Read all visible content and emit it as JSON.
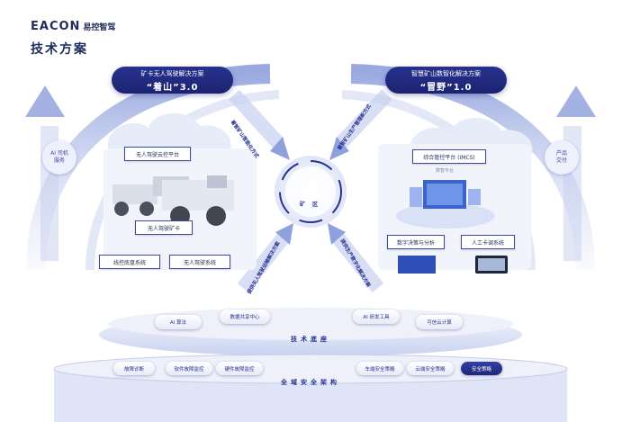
{
  "brand": {
    "logo": "EACON",
    "logo_cn": "易控智驾"
  },
  "page_title": "技术方案",
  "left_pill": {
    "line1": "矿卡无人驾驶解决方案",
    "line2": "“着山”3.0"
  },
  "right_pill": {
    "line1": "智慧矿山数智化解决方案",
    "line2": "“冒野”1.0"
  },
  "left_badge": "AI 司机\n服务",
  "right_badge": "产品\n交付",
  "left_boxes": {
    "cloud_platform": "无人驾驶云控平台",
    "truck": "无人驾驶矿卡",
    "chassis": "线控底盘系统",
    "driving": "无人驾驶系统"
  },
  "right_boxes": {
    "imcs": "综合管控平台 (IMCS)",
    "sub_label": "数智平台",
    "decision": "数字决策与分析",
    "dispatch": "人工卡调系统"
  },
  "center_label": "矿 区",
  "diagonal_texts": {
    "top_left": "着智矿山智能化方式",
    "top_right": "着智矿山生产管理新方式",
    "bottom_left": "提供无人驾驶运输解决方案",
    "bottom_right": "提供生产数字化解决方案"
  },
  "tech_chips": [
    "AI 算法",
    "数据共享中心",
    "AI 研发工具",
    "可信云计算"
  ],
  "tech_platform_label": "技术底座",
  "safety_chips": [
    "故障诊断",
    "软件故障监控",
    "硬件故障监控",
    "车端安全策略",
    "云端安全策略",
    "安全策略"
  ],
  "safety_label": "全域安全架构",
  "colors": {
    "navy": "#1f2d5a",
    "accent": "#27328f",
    "light": "#e8ecf8"
  }
}
